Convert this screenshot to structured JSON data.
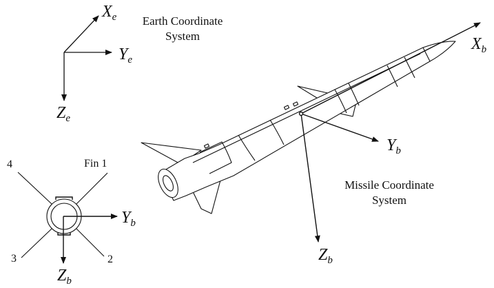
{
  "earth": {
    "caption_line1": "Earth Coordinate",
    "caption_line2": "System",
    "x_axis": {
      "sym": "X",
      "sub": "e"
    },
    "y_axis": {
      "sym": "Y",
      "sub": "e"
    },
    "z_axis": {
      "sym": "Z",
      "sub": "e"
    }
  },
  "missile": {
    "caption_line1": "Missile Coordinate",
    "caption_line2": "System",
    "x_axis": {
      "sym": "X",
      "sub": "b"
    },
    "y_axis": {
      "sym": "Y",
      "sub": "b"
    },
    "z_axis": {
      "sym": "Z",
      "sub": "b"
    }
  },
  "cross_section": {
    "fin_1": "Fin 1",
    "fin_2": "2",
    "fin_3": "3",
    "fin_4": "4",
    "y_axis": {
      "sym": "Y",
      "sub": "b"
    },
    "z_axis": {
      "sym": "Z",
      "sub": "b"
    }
  },
  "colors": {
    "line": "#111111",
    "background": "#ffffff"
  }
}
